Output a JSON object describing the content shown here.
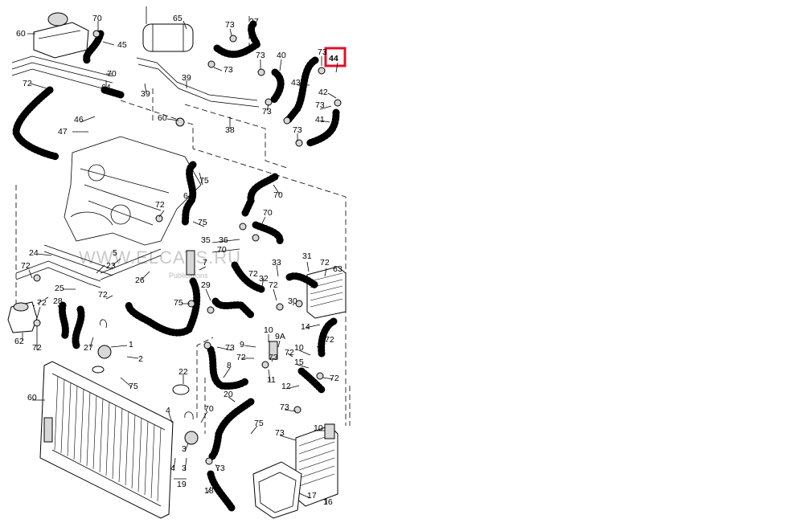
{
  "diagram": {
    "highlight_color": "#e0102a",
    "highlighted_part": "44",
    "watermark": "WWW.ELCATS.RU",
    "watermark_sub": "Publications",
    "callouts": [
      "70",
      "45",
      "60",
      "65",
      "73",
      "37",
      "73",
      "44",
      "40",
      "70",
      "73",
      "73",
      "43",
      "42",
      "39",
      "72",
      "39",
      "64",
      "73",
      "38",
      "73",
      "41",
      "46",
      "47",
      "60",
      "73",
      "75",
      "6",
      "70",
      "72",
      "70",
      "75",
      "35",
      "36",
      "70",
      "24",
      "5",
      "33",
      "31",
      "72",
      "63",
      "72",
      "23",
      "7",
      "32",
      "26",
      "72",
      "25",
      "72",
      "29",
      "30",
      "28",
      "72",
      "75",
      "62",
      "72",
      "72",
      "27",
      "1",
      "2",
      "14",
      "10",
      "9A",
      "9",
      "73",
      "72",
      "72",
      "10",
      "73",
      "72",
      "8",
      "11",
      "72",
      "15",
      "22",
      "12",
      "20",
      "73",
      "75",
      "75",
      "10",
      "70",
      "4",
      "73",
      "60",
      "3",
      "4",
      "3",
      "19",
      "73",
      "17",
      "18",
      "16"
    ]
  }
}
